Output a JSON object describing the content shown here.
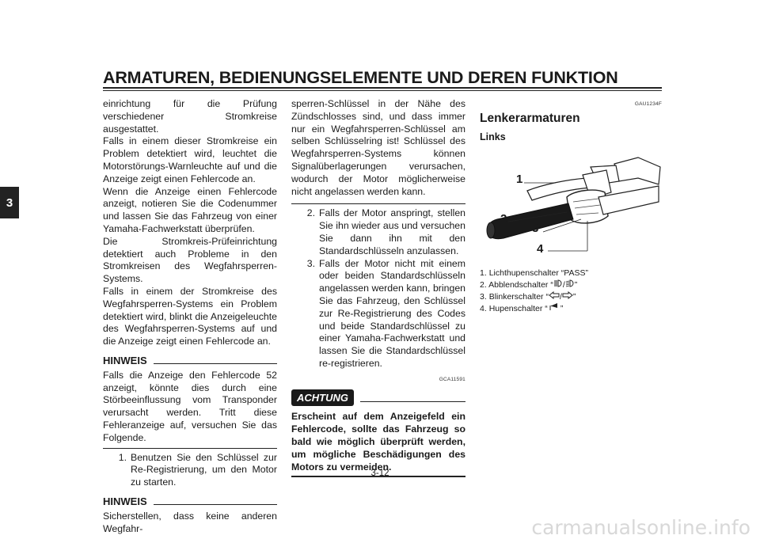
{
  "header": {
    "title": "ARMATUREN, BEDIENUNGSELEMENTE UND DEREN FUNKTION"
  },
  "chapter_tab": "3",
  "column1": {
    "para1": "einrichtung für die Prüfung verschiedener Stromkreise ausgestattet.",
    "para2": "Falls in einem dieser Stromkreise ein Problem detektiert wird, leuchtet die Motorstörungs-Warnleuchte auf und die Anzeige zeigt einen Fehlercode an.",
    "para3": "Wenn die Anzeige einen Fehlercode anzeigt, notieren Sie die Codenummer und lassen Sie das Fahrzeug von einer Yamaha-Fachwerkstatt überprüfen.",
    "para4": "Die Stromkreis-Prüfeinrichtung detektiert auch Probleme in den Stromkreisen des Wegfahrsperren-Systems.",
    "para5": "Falls in einem der Stromkreise des Wegfahrsperren-Systems ein Problem detektiert wird, blinkt die Anzeigeleuchte des Wegfahrsperren-Systems auf und die Anzeige zeigt einen Fehlercode an.",
    "hinweis1_label": "HINWEIS",
    "hinweis1_text": "Falls die Anzeige den Fehlercode 52 anzeigt, könnte dies durch eine Störbeeinflussung vom Transponder verursacht werden. Tritt diese Fehleranzeige auf, versuchen Sie das Folgende.",
    "step1_num": "1.",
    "step1_text": "Benutzen Sie den Schlüssel zur Re-Registrierung, um den Motor zu starten.",
    "hinweis2_label": "HINWEIS",
    "hinweis2_text": "Sicherstellen, dass keine anderen Wegfahr-"
  },
  "column2": {
    "para1": "sperren-Schlüssel in der Nähe des Zündschlosses sind, und dass immer nur ein Wegfahrsperren-Schlüssel am selben Schlüsselring ist! Schlüssel des Wegfahrsperren-Systems können Signalüberlagerungen verursachen, wodurch der Motor möglicherweise nicht angelassen werden kann.",
    "step2_num": "2.",
    "step2_text": "Falls der Motor anspringt, stellen Sie ihn wieder aus und versuchen Sie dann ihn mit den Standardschlüsseln anzulassen.",
    "step3_num": "3.",
    "step3_text": "Falls der Motor nicht mit einem oder beiden Standardschlüsseln angelassen werden kann, bringen Sie das Fahrzeug, den Schlüssel zur Re-Registrierung des Codes und beide Standardschlüssel zu einer Yamaha-Fachwerkstatt und lassen Sie die Standardschlüssel re-registrieren.",
    "achtung_code": "GCA11591",
    "achtung_label": "ACHTUNG",
    "achtung_text": "Erscheint auf dem Anzeigefeld ein Fehlercode, sollte das Fahrzeug so bald wie möglich überprüft werden, um mögliche Beschädigungen des Motors zu vermeiden."
  },
  "column3": {
    "code": "GAU1234F",
    "section_title": "Lenkerarmaturen",
    "subsection": "Links",
    "callouts": [
      "1",
      "2",
      "3",
      "4"
    ],
    "legend": [
      {
        "num": "1.",
        "text": "Lichthupenschalter “PASS”"
      },
      {
        "num": "2.",
        "pre": "Abblendschalter “",
        "post": "”",
        "icons": [
          "high-beam-icon",
          "low-beam-icon"
        ]
      },
      {
        "num": "3.",
        "pre": "Blinkerschalter “",
        "post": "”",
        "icons": [
          "left-arrow-icon",
          "right-arrow-icon"
        ]
      },
      {
        "num": "4.",
        "pre": "Hupenschalter “",
        "post": "”",
        "icons": [
          "horn-icon"
        ]
      }
    ],
    "icon_separator": "/"
  },
  "page_number": "3-12",
  "footer_watermark": "carmanualsonline.info"
}
